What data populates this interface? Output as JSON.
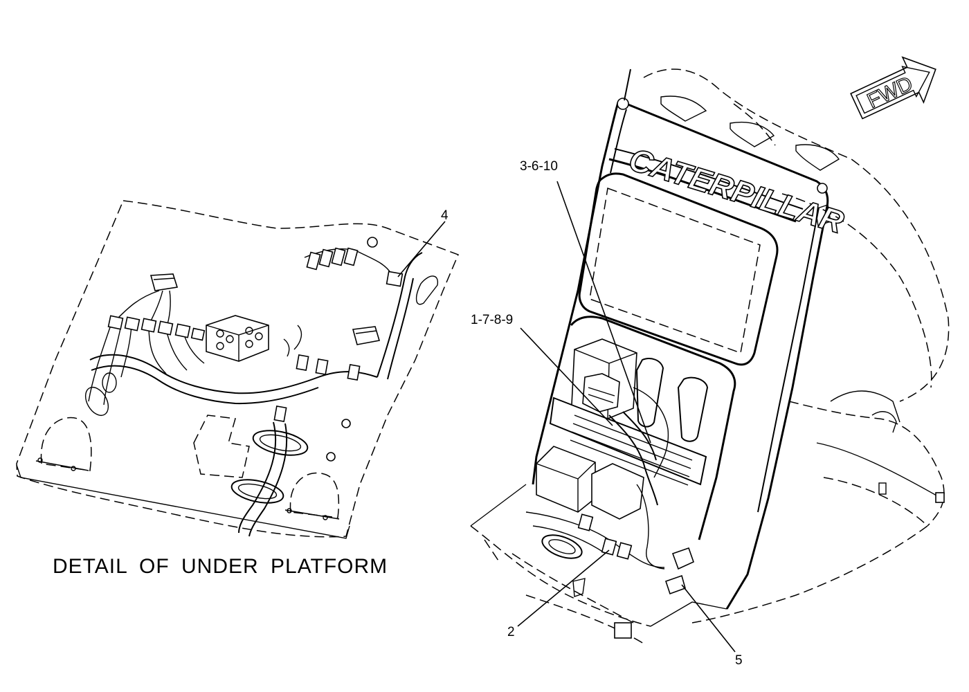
{
  "caption": "DETAIL OF UNDER PLATFORM",
  "direction_arrow": "FWD",
  "brand": "CATERPILLAR",
  "callouts": {
    "c1": "4",
    "c2": "3-6-10",
    "c3": "1-7-8-9",
    "c4": "2",
    "c5": "5"
  }
}
